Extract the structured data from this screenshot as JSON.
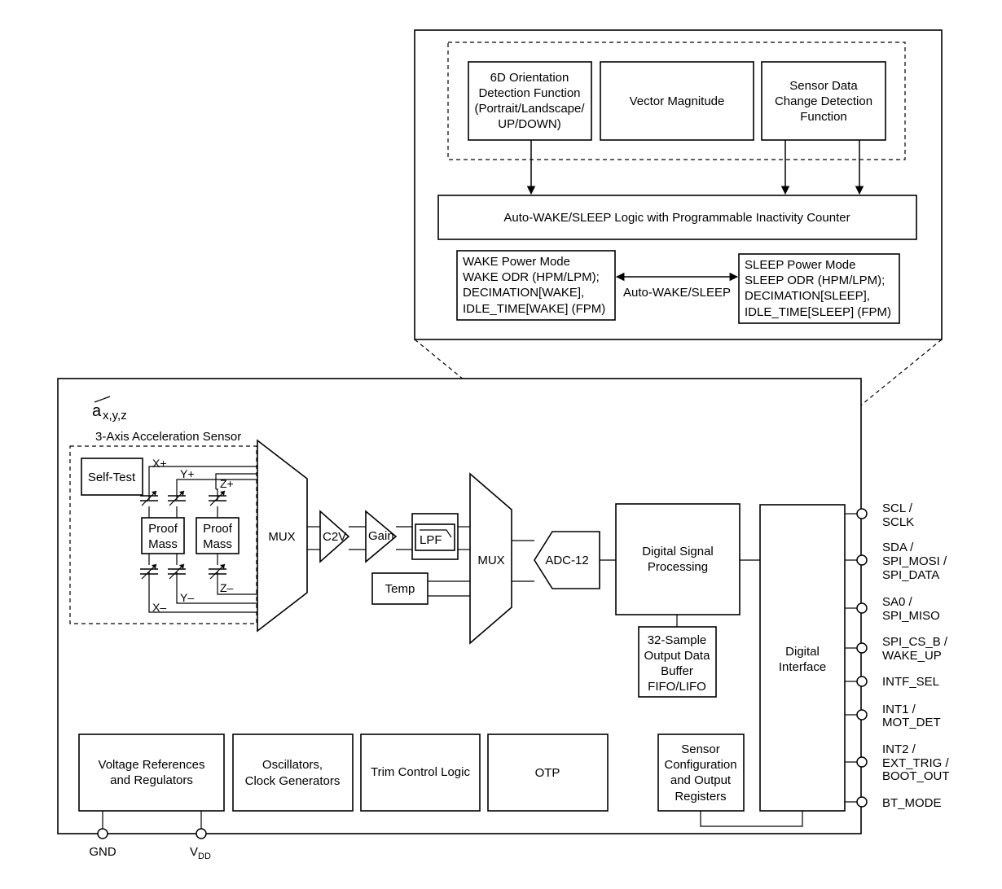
{
  "detail": {
    "orientation": [
      "6D Orientation",
      "Detection Function",
      "(Portrait/Landscape/",
      "UP/DOWN)"
    ],
    "vector": "Vector Magnitude",
    "change": [
      "Sensor Data",
      "Change Detection",
      "Function"
    ],
    "autowake_logic": "Auto-WAKE/SLEEP Logic with Programmable Inactivity Counter",
    "wake_mode": [
      "WAKE Power Mode",
      "WAKE ODR (HPM/LPM);",
      "DECIMATION[WAKE],",
      "IDLE_TIME[WAKE] (FPM)"
    ],
    "sleep_mode": [
      "SLEEP Power Mode",
      "SLEEP ODR (HPM/LPM);",
      "DECIMATION[SLEEP],",
      "IDLE_TIME[SLEEP] (FPM)"
    ],
    "transition": "Auto-WAKE/SLEEP"
  },
  "sensor": {
    "accel_symbol": "a",
    "accel_sub": "x,y,z",
    "title": "3-Axis Acceleration Sensor",
    "self_test": "Self-Test",
    "proof1": [
      "Proof",
      "Mass"
    ],
    "proof2": [
      "Proof",
      "Mass"
    ],
    "axes": {
      "xp": "X+",
      "yp": "Y+",
      "zp": "Z+",
      "zm": "Z–",
      "ym": "Y–",
      "xm": "X–"
    }
  },
  "chain": {
    "mux1": "MUX",
    "c2v": "C2V",
    "gain": "Gain",
    "lpf": "LPF",
    "mux2": "MUX",
    "temp": "Temp",
    "adc": "ADC-12",
    "dsp": [
      "Digital Signal",
      "Processing"
    ],
    "buffer": [
      "32-Sample",
      "Output Data",
      "Buffer",
      "FIFO/LIFO"
    ],
    "digital_interface": [
      "Digital",
      "Interface"
    ]
  },
  "bottom": {
    "vref": [
      "Voltage References",
      "and Regulators"
    ],
    "osc": [
      "Oscillators,",
      "Clock Generators"
    ],
    "trim": "Trim Control Logic",
    "otp": "OTP",
    "regs": [
      "Sensor",
      "Configuration",
      "and Output",
      "Registers"
    ]
  },
  "pins": {
    "scl": [
      "SCL /",
      "SCLK"
    ],
    "sda": [
      "SDA /",
      "SPI_MOSI /",
      "SPI_DATA"
    ],
    "sa0": [
      "SA0 /",
      "SPI_MISO"
    ],
    "cs": [
      "SPI_CS_B /",
      "WAKE_UP"
    ],
    "intf": [
      "INTF_SEL"
    ],
    "int1": [
      "INT1 /",
      "MOT_DET"
    ],
    "int2": [
      "INT2 /",
      "EXT_TRIG /",
      "BOOT_OUT"
    ],
    "bt": [
      "BT_MODE"
    ],
    "gnd": "GND",
    "vdd": "V",
    "vdd_sub": "DD"
  }
}
